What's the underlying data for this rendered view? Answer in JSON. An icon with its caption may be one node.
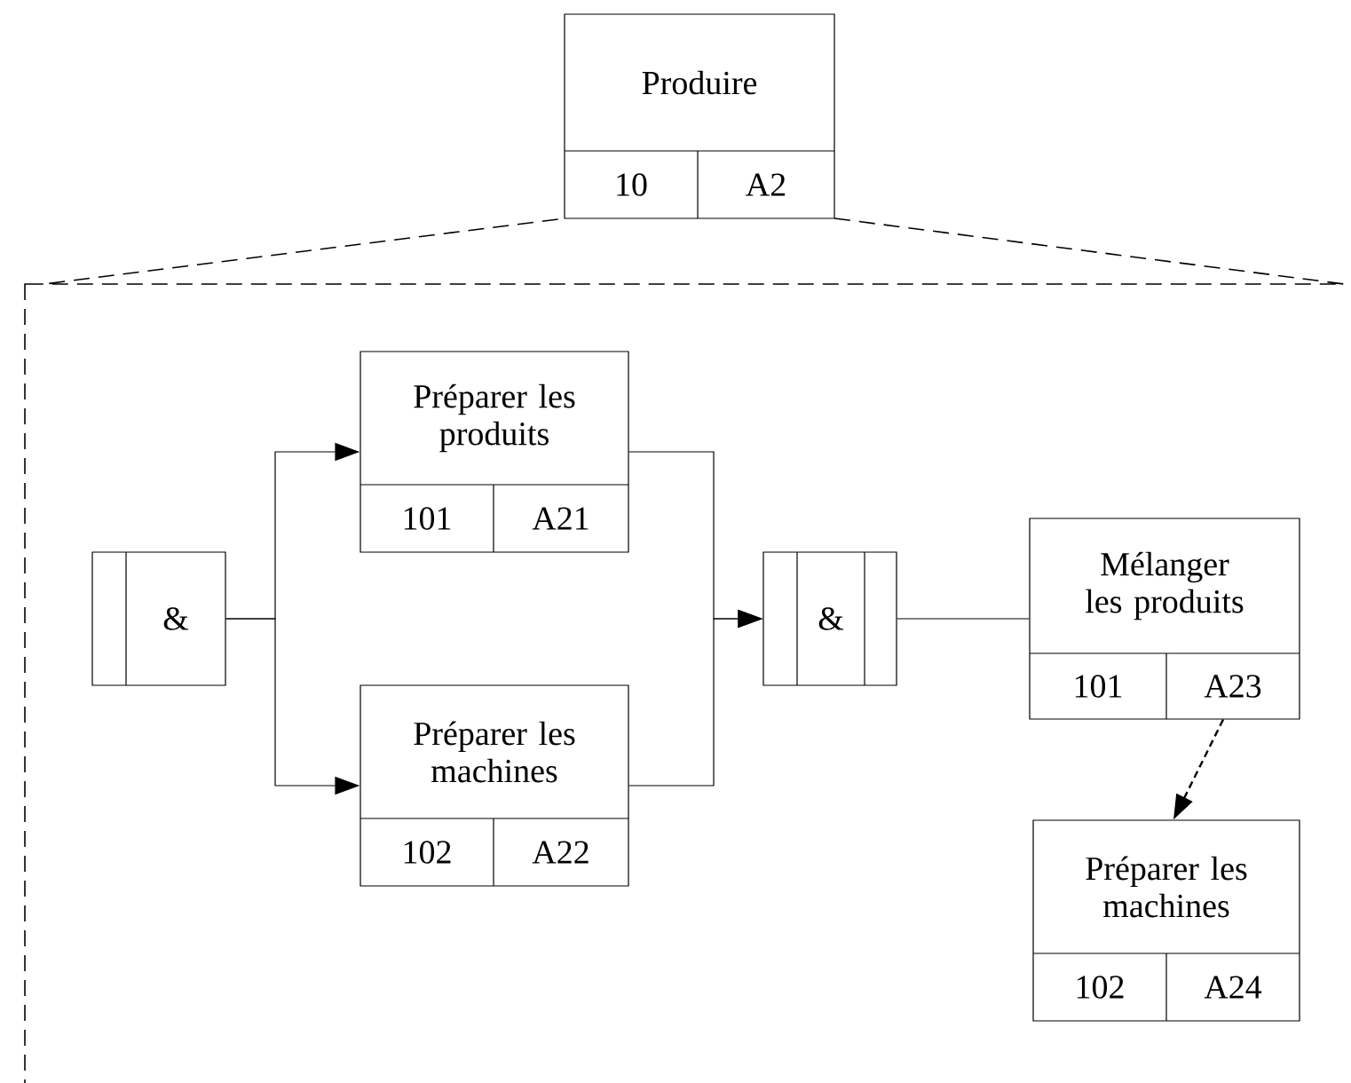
{
  "diagram": {
    "nodes": [
      {
        "text": [
          "Produire",
          "10",
          "A2"
        ]
      },
      {
        "text": [
          "&"
        ]
      },
      {
        "text": [
          "Préparer les produits",
          "101",
          "A21"
        ]
      },
      {
        "text": [
          "Préparer les machines",
          "102",
          "A22"
        ]
      },
      {
        "text": [
          "&"
        ]
      },
      {
        "text": [
          "Mélanger les produits",
          "101",
          "A23"
        ]
      },
      {
        "text": [
          "Préparer les machines",
          "102",
          "A24"
        ]
      }
    ],
    "edges": [
      {
        "from": 1,
        "to": 2,
        "arrow": "to"
      },
      {
        "from": 1,
        "to": 3,
        "arrow": "to"
      },
      {
        "from": 2,
        "to": 4,
        "arrow": "to"
      },
      {
        "from": 3,
        "to": 4,
        "arrow": "to"
      },
      {
        "from": 4,
        "to": 5,
        "arrow": "none"
      },
      {
        "from": 5,
        "to": 6,
        "arrow": "to",
        "style": "dashed"
      }
    ]
  }
}
